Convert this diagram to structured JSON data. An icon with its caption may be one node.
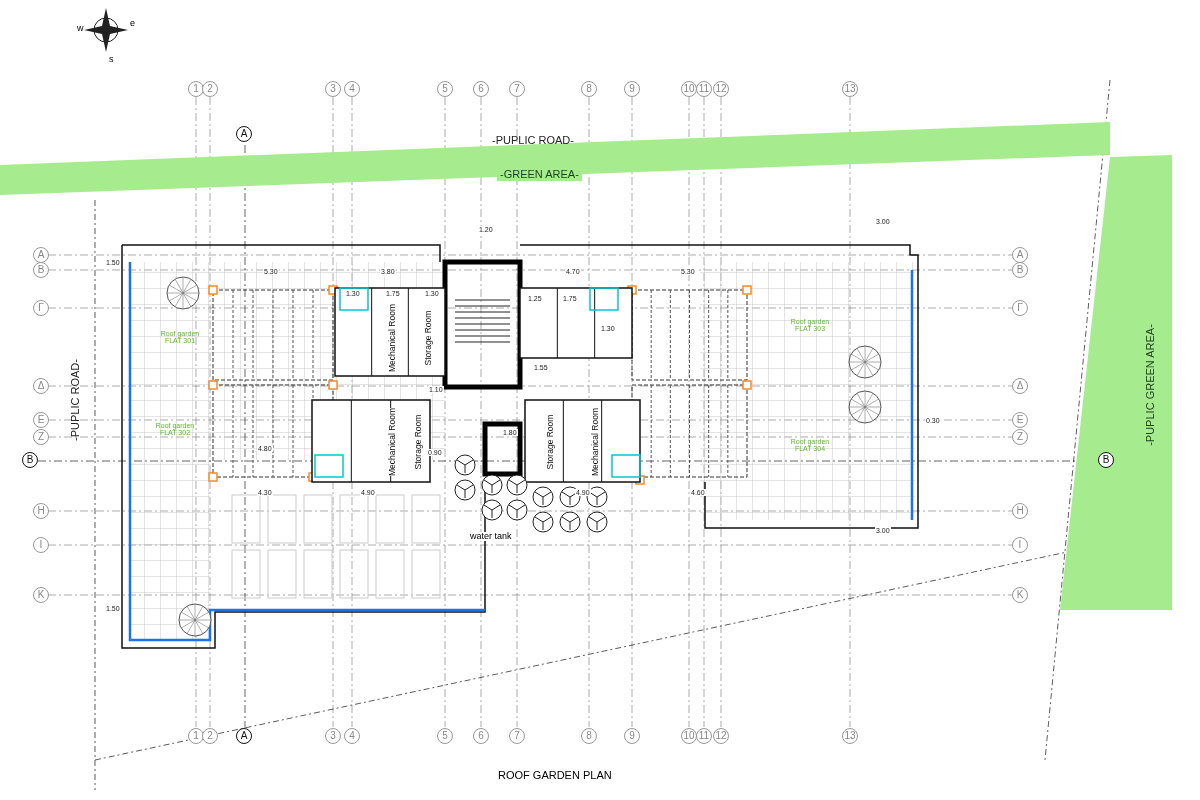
{
  "diagram": {
    "caption": "ROOF GARDEN PLAN",
    "nodes": [
      {
        "text": [
          "-GREEN AREA-"
        ]
      },
      {
        "text": [
          "-PUPLIC GREEN AREA-"
        ]
      },
      {
        "text": [
          "Roof garden FLAT 301"
        ]
      },
      {
        "text": [
          "Roof garden FLAT 302"
        ]
      },
      {
        "text": [
          "Roof garden FLAT 303"
        ]
      },
      {
        "text": [
          "Roof garden FLAT 304"
        ]
      },
      {
        "text": [
          "Mechanical Room"
        ]
      },
      {
        "text": [
          "Storage Room"
        ]
      },
      {
        "text": [
          "Mechanical Room"
        ]
      },
      {
        "text": [
          "Storage Room"
        ]
      },
      {
        "text": [
          "Storage Room"
        ]
      },
      {
        "text": [
          "Mechanical Room"
        ]
      }
    ],
    "labels": [
      "-PUPLIC ROAD-",
      "-PUPLIC ROAD-",
      "w",
      "e",
      "s",
      "1",
      "2",
      "3",
      "4",
      "5",
      "6",
      "7",
      "8",
      "9",
      "10",
      "11",
      "12",
      "13",
      "1",
      "2",
      "3",
      "4",
      "5",
      "6",
      "7",
      "8",
      "9",
      "10",
      "11",
      "12",
      "13",
      "Α",
      "Β",
      "Γ",
      "Δ",
      "Ε",
      "Ζ",
      "Η",
      "Ι",
      "Κ",
      "Α",
      "Β",
      "Γ",
      "Δ",
      "Ε",
      "Ζ",
      "Η",
      "Ι",
      "Κ",
      "A",
      "A",
      "B",
      "B",
      "1.50",
      "5.30",
      "3.80",
      "1.20",
      "4.70",
      "5.30",
      "3.00",
      "1.30",
      "1.75",
      "1.30",
      "1.25",
      "1.75",
      "1.30",
      "1.10",
      "1.55",
      "0.90",
      "1.80",
      "4.80",
      "4.30",
      "4.90",
      "4.90",
      "4.60",
      "0.30",
      "1.50",
      "3.00",
      "water tank"
    ]
  }
}
